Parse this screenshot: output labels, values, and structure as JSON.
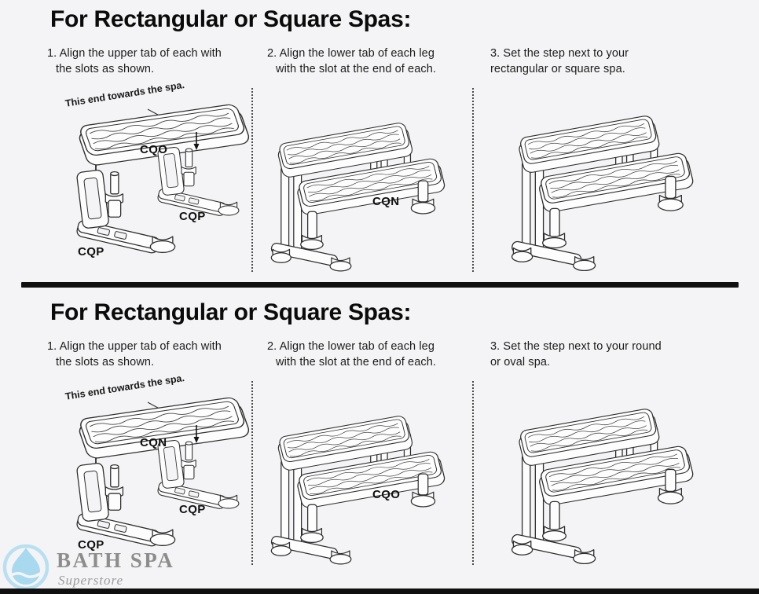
{
  "colors": {
    "background": "#f4f4f6",
    "ink": "#101010",
    "divider": "#101010",
    "line_art": "#2e2e2e",
    "logo_blue": "#a9d9ee",
    "logo_gray": "#8d8d8d"
  },
  "panels": [
    {
      "title": "For Rectangular or Square Spas:",
      "steps": [
        {
          "line1": "1. Align the upper tab of each with",
          "line2": "the slots as shown."
        },
        {
          "line1": "2. Align the lower tab of each leg",
          "line2": "with the slot at the end of each."
        },
        {
          "line1": "3. Set the step next to your",
          "line2": "rectangular or square spa."
        }
      ],
      "exploded_figure": {
        "callout": "This end towards the spa.",
        "board_label": "CQO",
        "right_leg_label": "CQP",
        "left_leg_label": "CQP"
      },
      "assembly_figure": {
        "label": "CQN"
      }
    },
    {
      "title": "For Rectangular or Square Spas:",
      "steps": [
        {
          "line1": "1. Align the upper tab of each with",
          "line2": "the slots as shown."
        },
        {
          "line1": "2. Align the lower tab of each leg",
          "line2": "with the slot at the end of each."
        },
        {
          "line1": "3. Set the step next to your round",
          "line2": "or oval spa."
        }
      ],
      "exploded_figure": {
        "callout": "This end towards the spa.",
        "board_label": "CQN",
        "right_leg_label": "CQP",
        "left_leg_label": "CQP"
      },
      "assembly_figure": {
        "label": "CQO"
      }
    }
  ],
  "logo": {
    "name": "BATH SPA",
    "subtitle": "Superstore"
  }
}
